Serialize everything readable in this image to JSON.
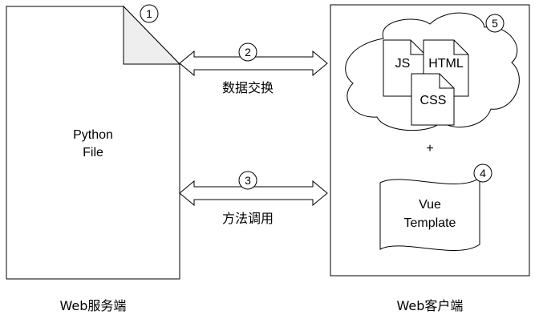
{
  "server": {
    "file_line1": "Python",
    "file_line2": "File",
    "caption": "Web服务端"
  },
  "client": {
    "caption": "Web客户端",
    "files": {
      "js": "JS",
      "html": "HTML",
      "css": "CSS"
    },
    "plus": "+",
    "template_line1": "Vue",
    "template_line2": "Template"
  },
  "arrows": {
    "top_label": "数据交换",
    "bottom_label": "方法调用"
  },
  "markers": [
    "1",
    "2",
    "3",
    "4",
    "5"
  ]
}
